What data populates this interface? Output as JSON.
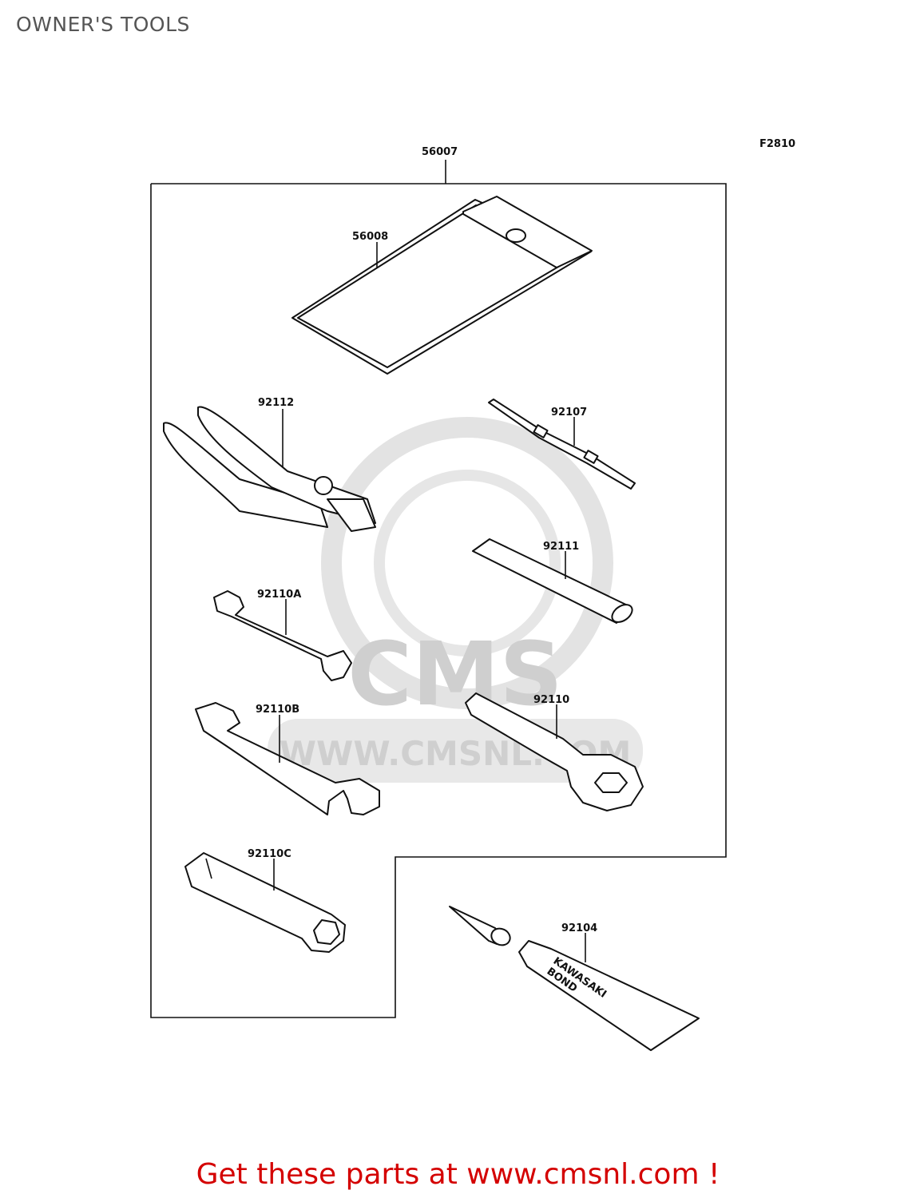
{
  "title": "OWNER'S TOOLS",
  "figure_code": "F2810",
  "parts": {
    "kit": "56007",
    "case": "56008",
    "pliers": "92112",
    "screwdriver": "92107",
    "handle": "92111",
    "wrench_a": "92110A",
    "wrench_b": "92110B",
    "box_wrench": "92110",
    "socket_wrench": "92110C",
    "bond": "92104"
  },
  "bond_label": {
    "line1": "KAWASAKI",
    "line2": "BOND"
  },
  "watermark": {
    "logo": "CMS",
    "url": "WWW.CMSNL.COM"
  },
  "footer": "Get these parts at www.cmsnl.com !"
}
